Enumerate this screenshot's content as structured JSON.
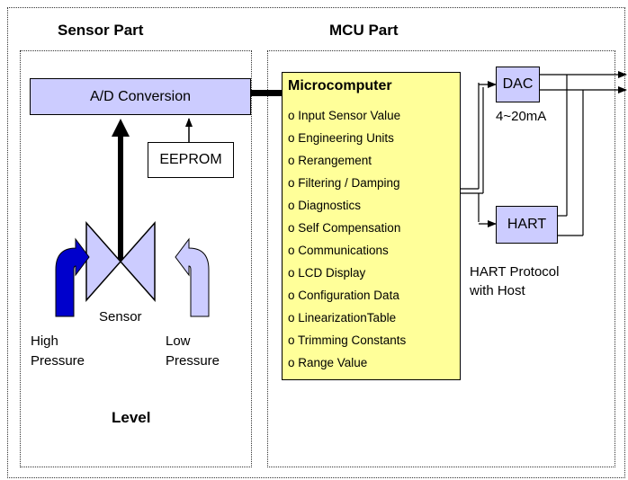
{
  "titles": {
    "sensor_part": "Sensor Part",
    "mcu_part": "MCU Part",
    "level": "Level"
  },
  "sensor": {
    "ad_conversion": "A/D Conversion",
    "eeprom": "EEPROM",
    "sensor_label": "Sensor",
    "high_pressure": [
      "High",
      "Pressure"
    ],
    "low_pressure": [
      "Low",
      "Pressure"
    ]
  },
  "mcu": {
    "title": "Microcomputer",
    "items": [
      "o Input Sensor Value",
      "o Engineering Units",
      "o Rerangement",
      "o Filtering / Damping",
      "o Diagnostics",
      "o Self Compensation",
      "o Communications",
      "o LCD Display",
      "o Configuration Data",
      "o LinearizationTable",
      "o Trimming Constants",
      "o Range Value"
    ],
    "dac": "DAC",
    "dac_range": "4~20mA",
    "hart": "HART",
    "hart_protocol": [
      "HART Protocol",
      "with Host"
    ]
  },
  "colors": {
    "lavender": "#ccccff",
    "microcomputer_fill": "#ffff99",
    "high_pressure_arrow": "#0000cc"
  }
}
